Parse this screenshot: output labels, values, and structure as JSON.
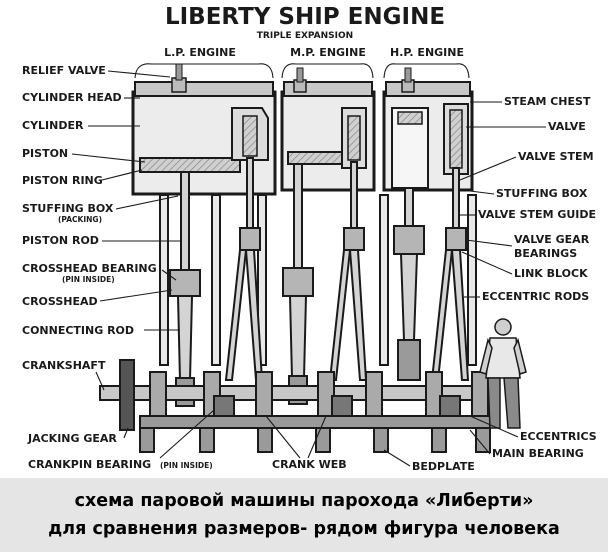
{
  "title": "LIBERTY SHIP ENGINE",
  "subtitle": "TRIPLE EXPANSION",
  "engines": [
    "L.P. ENGINE",
    "M.P. ENGINE",
    "H.P. ENGINE"
  ],
  "labels_left": {
    "relief_valve": "RELIEF VALVE",
    "cylinder_head": "CYLINDER HEAD",
    "cylinder": "CYLINDER",
    "piston": "PISTON",
    "piston_ring": "PISTON RING",
    "stuffing_box": "STUFFING BOX",
    "stuffing_box_note": "(PACKING)",
    "piston_rod": "PISTON ROD",
    "crosshead_bearing": "CROSSHEAD BEARING",
    "crosshead_bearing_note": "(PIN INSIDE)",
    "crosshead": "CROSSHEAD",
    "connecting_rod": "CONNECTING ROD",
    "crankshaft": "CRANKSHAFT",
    "jacking_gear": "JACKING GEAR",
    "crankpin_bearing": "CRANKPIN BEARING",
    "crankpin_bearing_note": "(PIN INSIDE)"
  },
  "labels_bottom": {
    "crank_web": "CRANK WEB",
    "bedplate": "BEDPLATE"
  },
  "labels_right": {
    "steam_chest": "STEAM CHEST",
    "valve": "VALVE",
    "valve_stem": "VALVE STEM",
    "stuffing_box": "STUFFING BOX",
    "valve_stem_guide": "VALVE STEM GUIDE",
    "valve_gear_bearings_1": "VALVE GEAR",
    "valve_gear_bearings_2": "BEARINGS",
    "link_block": "LINK BLOCK",
    "eccentric_rods": "ECCENTRIC RODS",
    "eccentrics": "ECCENTRICS",
    "main_bearing": "MAIN BEARING"
  },
  "caption": {
    "line1": "схема паровой машины парохода «Либерти»",
    "line2": "для сравнения размеров- рядом фигура человека"
  },
  "colors": {
    "ink": "#1a1a1a",
    "metal_light": "#d4d4d4",
    "metal_mid": "#9a9a9a",
    "caption_bg": "#e5e5e5"
  }
}
